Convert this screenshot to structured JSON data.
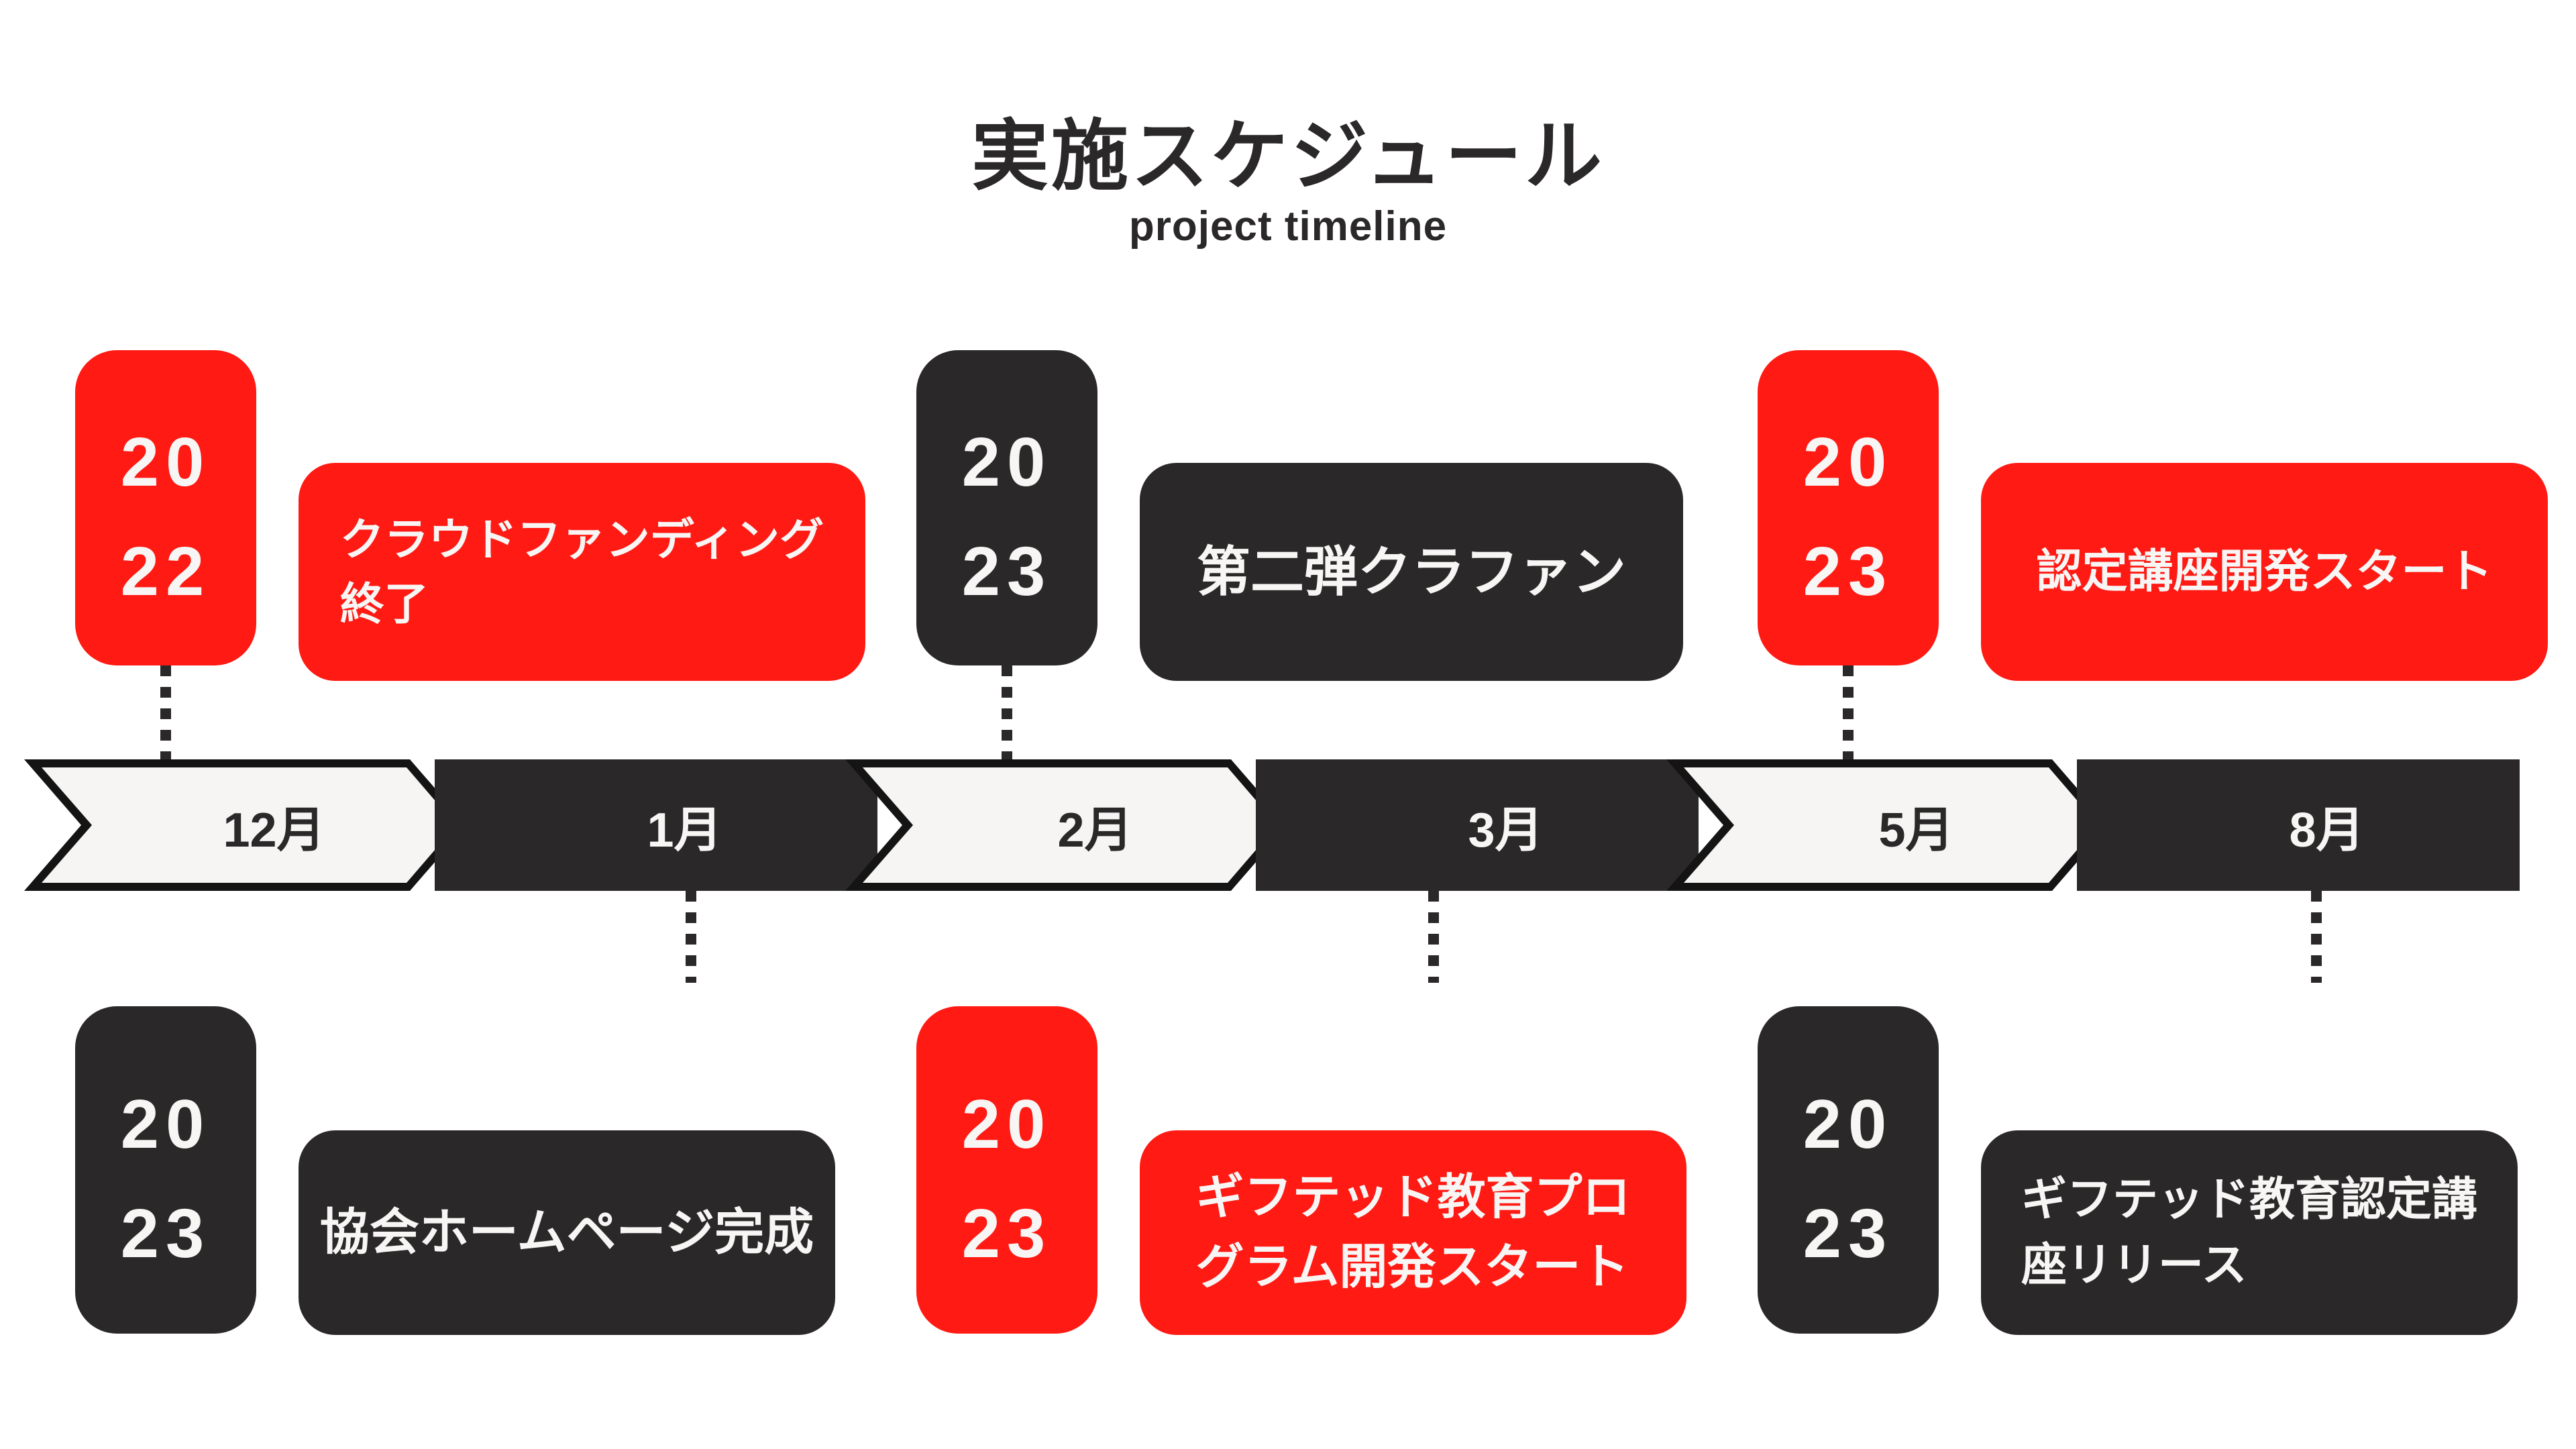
{
  "title": "実施スケジュール",
  "subtitle": "project timeline",
  "colors": {
    "accent_red": "#FF1A14",
    "ink_dark": "#2A2829",
    "chevron_light": "#F6F5F4",
    "outline_black": "#141414",
    "background": "#FFFFFF"
  },
  "timeline": {
    "months": [
      {
        "label": "12月",
        "style": "light"
      },
      {
        "label": "1月",
        "style": "dark"
      },
      {
        "label": "2月",
        "style": "light"
      },
      {
        "label": "3月",
        "style": "dark"
      },
      {
        "label": "5月",
        "style": "light"
      },
      {
        "label": "8月",
        "style": "dark"
      }
    ]
  },
  "events_top": [
    {
      "year_top": "20",
      "year_bottom": "22",
      "badge_color": "red",
      "label": "クラウドファンディング\n終了",
      "label_color": "red"
    },
    {
      "year_top": "20",
      "year_bottom": "23",
      "badge_color": "dark",
      "label": "第二弾クラファン",
      "label_color": "dark"
    },
    {
      "year_top": "20",
      "year_bottom": "23",
      "badge_color": "red",
      "label": "認定講座開発スタート",
      "label_color": "red"
    }
  ],
  "events_bottom": [
    {
      "year_top": "20",
      "year_bottom": "23",
      "badge_color": "dark",
      "label": "協会ホームページ完成",
      "label_color": "dark"
    },
    {
      "year_top": "20",
      "year_bottom": "23",
      "badge_color": "red",
      "label": "ギフテッド教育プロ\nグラム開発スタート",
      "label_color": "red"
    },
    {
      "year_top": "20",
      "year_bottom": "23",
      "badge_color": "dark",
      "label": "ギフテッド教育認定講\n座リリース",
      "label_color": "dark"
    }
  ]
}
